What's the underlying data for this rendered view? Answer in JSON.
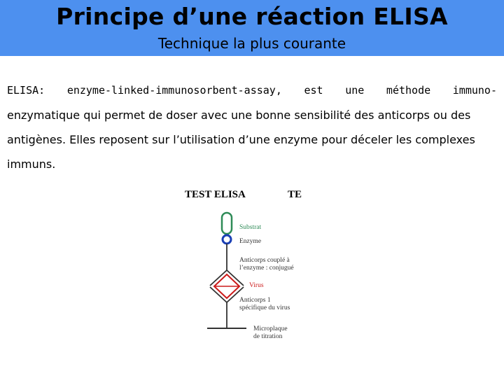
{
  "header": {
    "title": "Principe d’une réaction ELISA",
    "subtitle": "Technique la plus courante",
    "background_color": "#4d90ef"
  },
  "body": {
    "first_line_words": [
      "ELISA:",
      "enzyme-linked-immunosorbent-assay,",
      "est",
      "une",
      "méthode",
      "immuno-"
    ],
    "line2": "enzymatique qui permet de doser avec une bonne sensibilité des anticorps ou des",
    "line3": "antigènes. Elles reposent sur l’utilisation d’une enzyme pour déceler les complexes",
    "line4": "immuns."
  },
  "figure": {
    "title": "TEST ELISA",
    "title_right": "TE",
    "labels": {
      "substrat": "Substrat",
      "enzyme": "Enzyme",
      "conjugue_1": "Anticorps couplé à",
      "conjugue_2": "l’enzyme : conjugué",
      "virus": "Virus",
      "anticorps_1": "Anticorps 1",
      "anticorps_2": "spécifique du virus",
      "microplaque_1": "Microplaque",
      "microplaque_2": "de titration"
    },
    "colors": {
      "substrate": "#2e8b57",
      "enzyme": "#1a3fb5",
      "virus": "#cc1a1a"
    }
  }
}
